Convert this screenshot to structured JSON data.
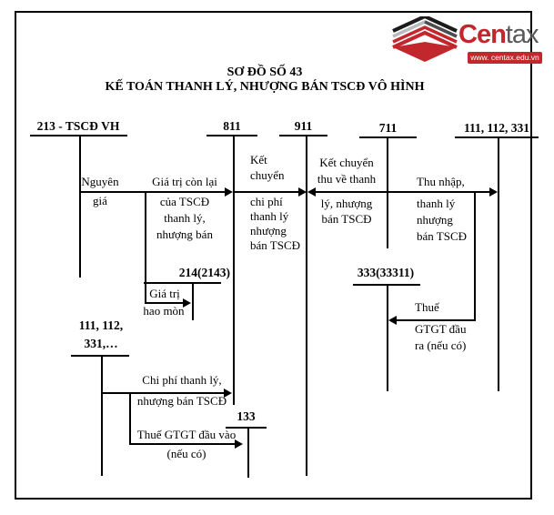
{
  "logo": {
    "brand_part1": "Cen",
    "brand_part2": "tax",
    "website": "www. centax.edu.vn",
    "brand_red": "#c2272d",
    "brand_dark": "#58585a"
  },
  "title": {
    "line1": "SƠ ĐỒ SỐ 43",
    "line2": "KẾ TOÁN THANH LÝ, NHƯỢNG BÁN TSCĐ VÔ HÌNH"
  },
  "accounts": {
    "tscd_vh": "213 - TSCĐ VH",
    "acc811": "811",
    "acc911": "911",
    "acc711": "711",
    "acc111_right": "111, 112, 331",
    "acc214": "214(2143)",
    "acc111_left_line1": "111, 112,",
    "acc111_left_line2": "331,…",
    "acc333": "333(33311)",
    "acc133": "133"
  },
  "labels": {
    "nguyen_gia": [
      "Nguyên",
      "giá"
    ],
    "gia_tri_con_lai": [
      "Giá trị còn lại",
      "của TSCĐ",
      "thanh lý,",
      "nhượng bán"
    ],
    "ket_chuyen_chi_phi": [
      "Kết",
      "chuyển",
      "chi phí",
      "thanh lý",
      "nhượng",
      "bán TSCĐ"
    ],
    "ket_chuyen_thu": [
      "Kết chuyển",
      "thu về thanh",
      "lý, nhượng",
      "bán TSCĐ"
    ],
    "thu_nhap": [
      "Thu nhập,",
      "thanh lý",
      "nhượng",
      "bán TSCĐ"
    ],
    "gia_tri_hao_mon": [
      "Giá trị",
      "hao mòn"
    ],
    "chi_phi_thanh_ly": [
      "Chi phí thanh lý,",
      "nhượng bán TSCĐ"
    ],
    "thue_gtgt_dau_vao": [
      "Thuế GTGT đầu vào",
      "(nếu có)"
    ],
    "thue_gtgt_dau_ra": [
      "Thuế",
      "GTGT đầu",
      "ra (nếu có)"
    ]
  }
}
